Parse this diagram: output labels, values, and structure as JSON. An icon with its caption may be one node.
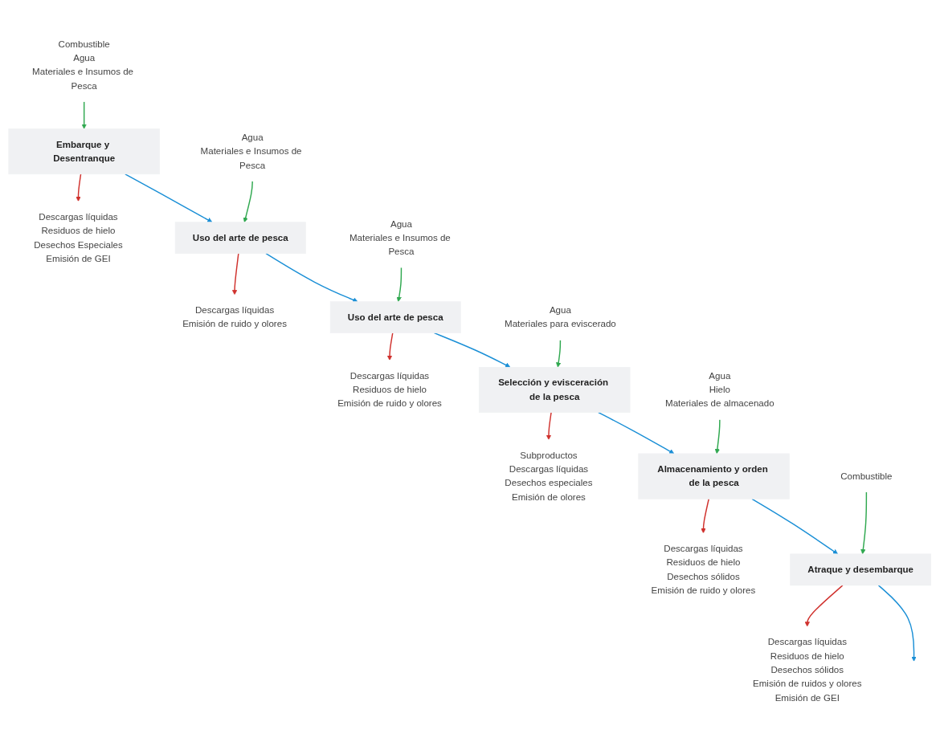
{
  "diagram": {
    "nodes": [
      {
        "text": [
          "Combustible",
          "Agua",
          "Materiales e Insumos de Pesca"
        ]
      },
      {
        "text": [
          "Embarque y Desentranque"
        ]
      },
      {
        "text": [
          "Descargas líquidas",
          "Residuos de hielo",
          "Desechos Especiales",
          "Emisión de GEI"
        ]
      },
      {
        "text": [
          "Agua",
          "Materiales e Insumos de Pesca"
        ]
      },
      {
        "text": [
          "Uso del arte de pesca"
        ]
      },
      {
        "text": [
          "Descargas líquidas",
          "Emisión de ruido y olores"
        ]
      },
      {
        "text": [
          "Agua",
          "Materiales e Insumos de Pesca"
        ]
      },
      {
        "text": [
          "Uso del arte de pesca"
        ]
      },
      {
        "text": [
          "Descargas líquidas",
          "Residuos de hielo",
          "Emisión de ruido y olores"
        ]
      },
      {
        "text": [
          "Agua",
          "Materiales para eviscerado"
        ]
      },
      {
        "text": [
          "Selección y evisceración de la pesca"
        ]
      },
      {
        "text": [
          "Subproductos",
          "Descargas líquidas",
          "Desechos especiales",
          "Emisión de olores"
        ]
      },
      {
        "text": [
          "Agua",
          "Hielo",
          "Materiales de almacenado"
        ]
      },
      {
        "text": [
          "Almacenamiento y orden de la pesca"
        ]
      },
      {
        "text": [
          "Descargas líquidas",
          "Residuos de hielo",
          "Desechos sólidos",
          "Emisión de ruido y olores"
        ]
      },
      {
        "text": [
          "Combustible"
        ]
      },
      {
        "text": [
          "Atraque y desembarque"
        ]
      },
      {
        "text": [
          "Descargas líquidas",
          "Residuos de hielo",
          "Desechos sólidos",
          "Emisión de ruidos y olores",
          "Emisión de GEI"
        ]
      }
    ],
    "edges": [
      {
        "from": 0,
        "to": 1,
        "arrow": "to",
        "color": "#2fa84f"
      },
      {
        "from": 1,
        "to": 2,
        "arrow": "to",
        "color": "#d0312d"
      },
      {
        "from": 1,
        "to": 4,
        "arrow": "to",
        "color": "#1a8fd6"
      },
      {
        "from": 3,
        "to": 4,
        "arrow": "to",
        "color": "#2fa84f"
      },
      {
        "from": 4,
        "to": 5,
        "arrow": "to",
        "color": "#d0312d"
      },
      {
        "from": 4,
        "to": 7,
        "arrow": "to",
        "color": "#1a8fd6"
      },
      {
        "from": 6,
        "to": 7,
        "arrow": "to",
        "color": "#2fa84f"
      },
      {
        "from": 7,
        "to": 8,
        "arrow": "to",
        "color": "#d0312d"
      },
      {
        "from": 7,
        "to": 10,
        "arrow": "to",
        "color": "#1a8fd6"
      },
      {
        "from": 9,
        "to": 10,
        "arrow": "to",
        "color": "#2fa84f"
      },
      {
        "from": 10,
        "to": 11,
        "arrow": "to",
        "color": "#d0312d"
      },
      {
        "from": 10,
        "to": 13,
        "arrow": "to",
        "color": "#1a8fd6"
      },
      {
        "from": 12,
        "to": 13,
        "arrow": "to",
        "color": "#2fa84f"
      },
      {
        "from": 13,
        "to": 14,
        "arrow": "to",
        "color": "#d0312d"
      },
      {
        "from": 13,
        "to": 16,
        "arrow": "to",
        "color": "#1a8fd6"
      },
      {
        "from": 15,
        "to": 16,
        "arrow": "to",
        "color": "#2fa84f"
      },
      {
        "from": 16,
        "to": 17,
        "arrow": "to",
        "color": "#d0312d"
      },
      {
        "from": 16,
        "to": null,
        "arrow": "to",
        "color": "#1a8fd6"
      }
    ]
  }
}
